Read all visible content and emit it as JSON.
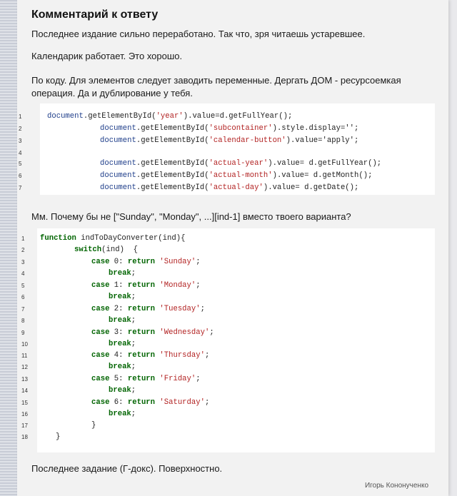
{
  "comment": {
    "title": "Комментарий к ответу",
    "p1": "Последнее издание сильно переработано. Так что, зря читаешь устаревшее.",
    "p2": "Календарик работает. Это хорошо.",
    "p3": "По коду. Для элементов следует заводить переменные. Дергать ДОМ - ресурсоемкая операция. Да и дублирование у тебя.",
    "p4": "Мм. Почему бы не [\"Sunday\", \"Monday\", ...][ind-1] вместо твоего варианта?",
    "p5": "Последнее задание (Г-докс). Поверхностно.",
    "author": "Игорь Кононученко"
  },
  "code1": {
    "line_numbers": [
      "1",
      "2",
      "3",
      "4",
      "5",
      "6",
      "7"
    ],
    "lines": [
      {
        "a": "document",
        "b": ".getElementById(",
        "c": "'year'",
        "d": ").value=d.getFullYear();"
      },
      {
        "a": "document",
        "b": ".getElementById(",
        "c": "'subcontainer'",
        "d": ").style.display='';"
      },
      {
        "a": "document",
        "b": ".getElementById(",
        "c": "'calendar-button'",
        "d": ").value='apply';"
      },
      {
        "a": "",
        "b": "",
        "c": "",
        "d": ""
      },
      {
        "a": "document",
        "b": ".getElementById(",
        "c": "'actual-year'",
        "d": ").value= d.getFullYear();"
      },
      {
        "a": "document",
        "b": ".getElementById(",
        "c": "'actual-month'",
        "d": ").value= d.getMonth();"
      },
      {
        "a": "document",
        "b": ".getElementById(",
        "c": "'actual-day'",
        "d": ").value= d.getDate();"
      }
    ]
  },
  "code2": {
    "line_numbers": [
      "1",
      "2",
      "3",
      "4",
      "5",
      "6",
      "7",
      "8",
      "9",
      "10",
      "11",
      "12",
      "13",
      "14",
      "15",
      "16",
      "17",
      "18"
    ],
    "l1_kw": "function",
    "l1_rest": " indToDayConverter(ind){",
    "l2_kw": "switch",
    "l2_rest": "(ind)  {",
    "cases": [
      {
        "kw": "case",
        "num": " 0: ",
        "ret": "return",
        "str": "'Sunday'",
        "end": ";"
      },
      {
        "kw": "case",
        "num": " 1: ",
        "ret": "return",
        "str": "'Monday'",
        "end": ";"
      },
      {
        "kw": "case",
        "num": " 2: ",
        "ret": "return",
        "str": "'Tuesday'",
        "end": ";"
      },
      {
        "kw": "case",
        "num": " 3: ",
        "ret": "return",
        "str": "'Wednesday'",
        "end": ";"
      },
      {
        "kw": "case",
        "num": " 4: ",
        "ret": "return",
        "str": "'Thursday'",
        "end": ";"
      },
      {
        "kw": "case",
        "num": " 5: ",
        "ret": "return",
        "str": "'Friday'",
        "end": ";"
      },
      {
        "kw": "case",
        "num": " 6: ",
        "ret": "return",
        "str": "'Saturday'",
        "end": ";"
      }
    ],
    "break_kw": "break",
    "break_end": ";",
    "close_inner": "}",
    "close_outer": "}"
  }
}
